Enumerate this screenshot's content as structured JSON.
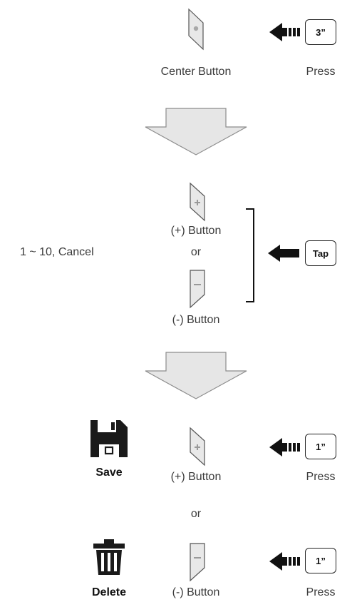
{
  "step1": {
    "button_label": "Center Button",
    "key_label": "3”",
    "action_label": "Press"
  },
  "step2": {
    "range_label": "1 ~ 10, Cancel",
    "plus_label": "(+) Button",
    "or_label": "or",
    "minus_label": "(-) Button",
    "key_label": "Tap"
  },
  "step3": {
    "save_label": "Save",
    "plus_label": "(+) Button",
    "save_key_label": "1”",
    "save_action_label": "Press",
    "or_label": "or",
    "delete_label": "Delete",
    "minus_label": "(-) Button",
    "delete_key_label": "1”",
    "delete_action_label": "Press"
  },
  "colors": {
    "arrow_fill": "#e6e6e6",
    "arrow_stroke": "#8c8c8c",
    "button_fill": "#e8e8e8",
    "icon_dark": "#1a1a1a"
  },
  "icons": [
    "center-button-icon",
    "down-arrow-icon",
    "plus-button-icon",
    "minus-button-icon",
    "save-icon",
    "delete-icon",
    "press-arrow-icon"
  ]
}
